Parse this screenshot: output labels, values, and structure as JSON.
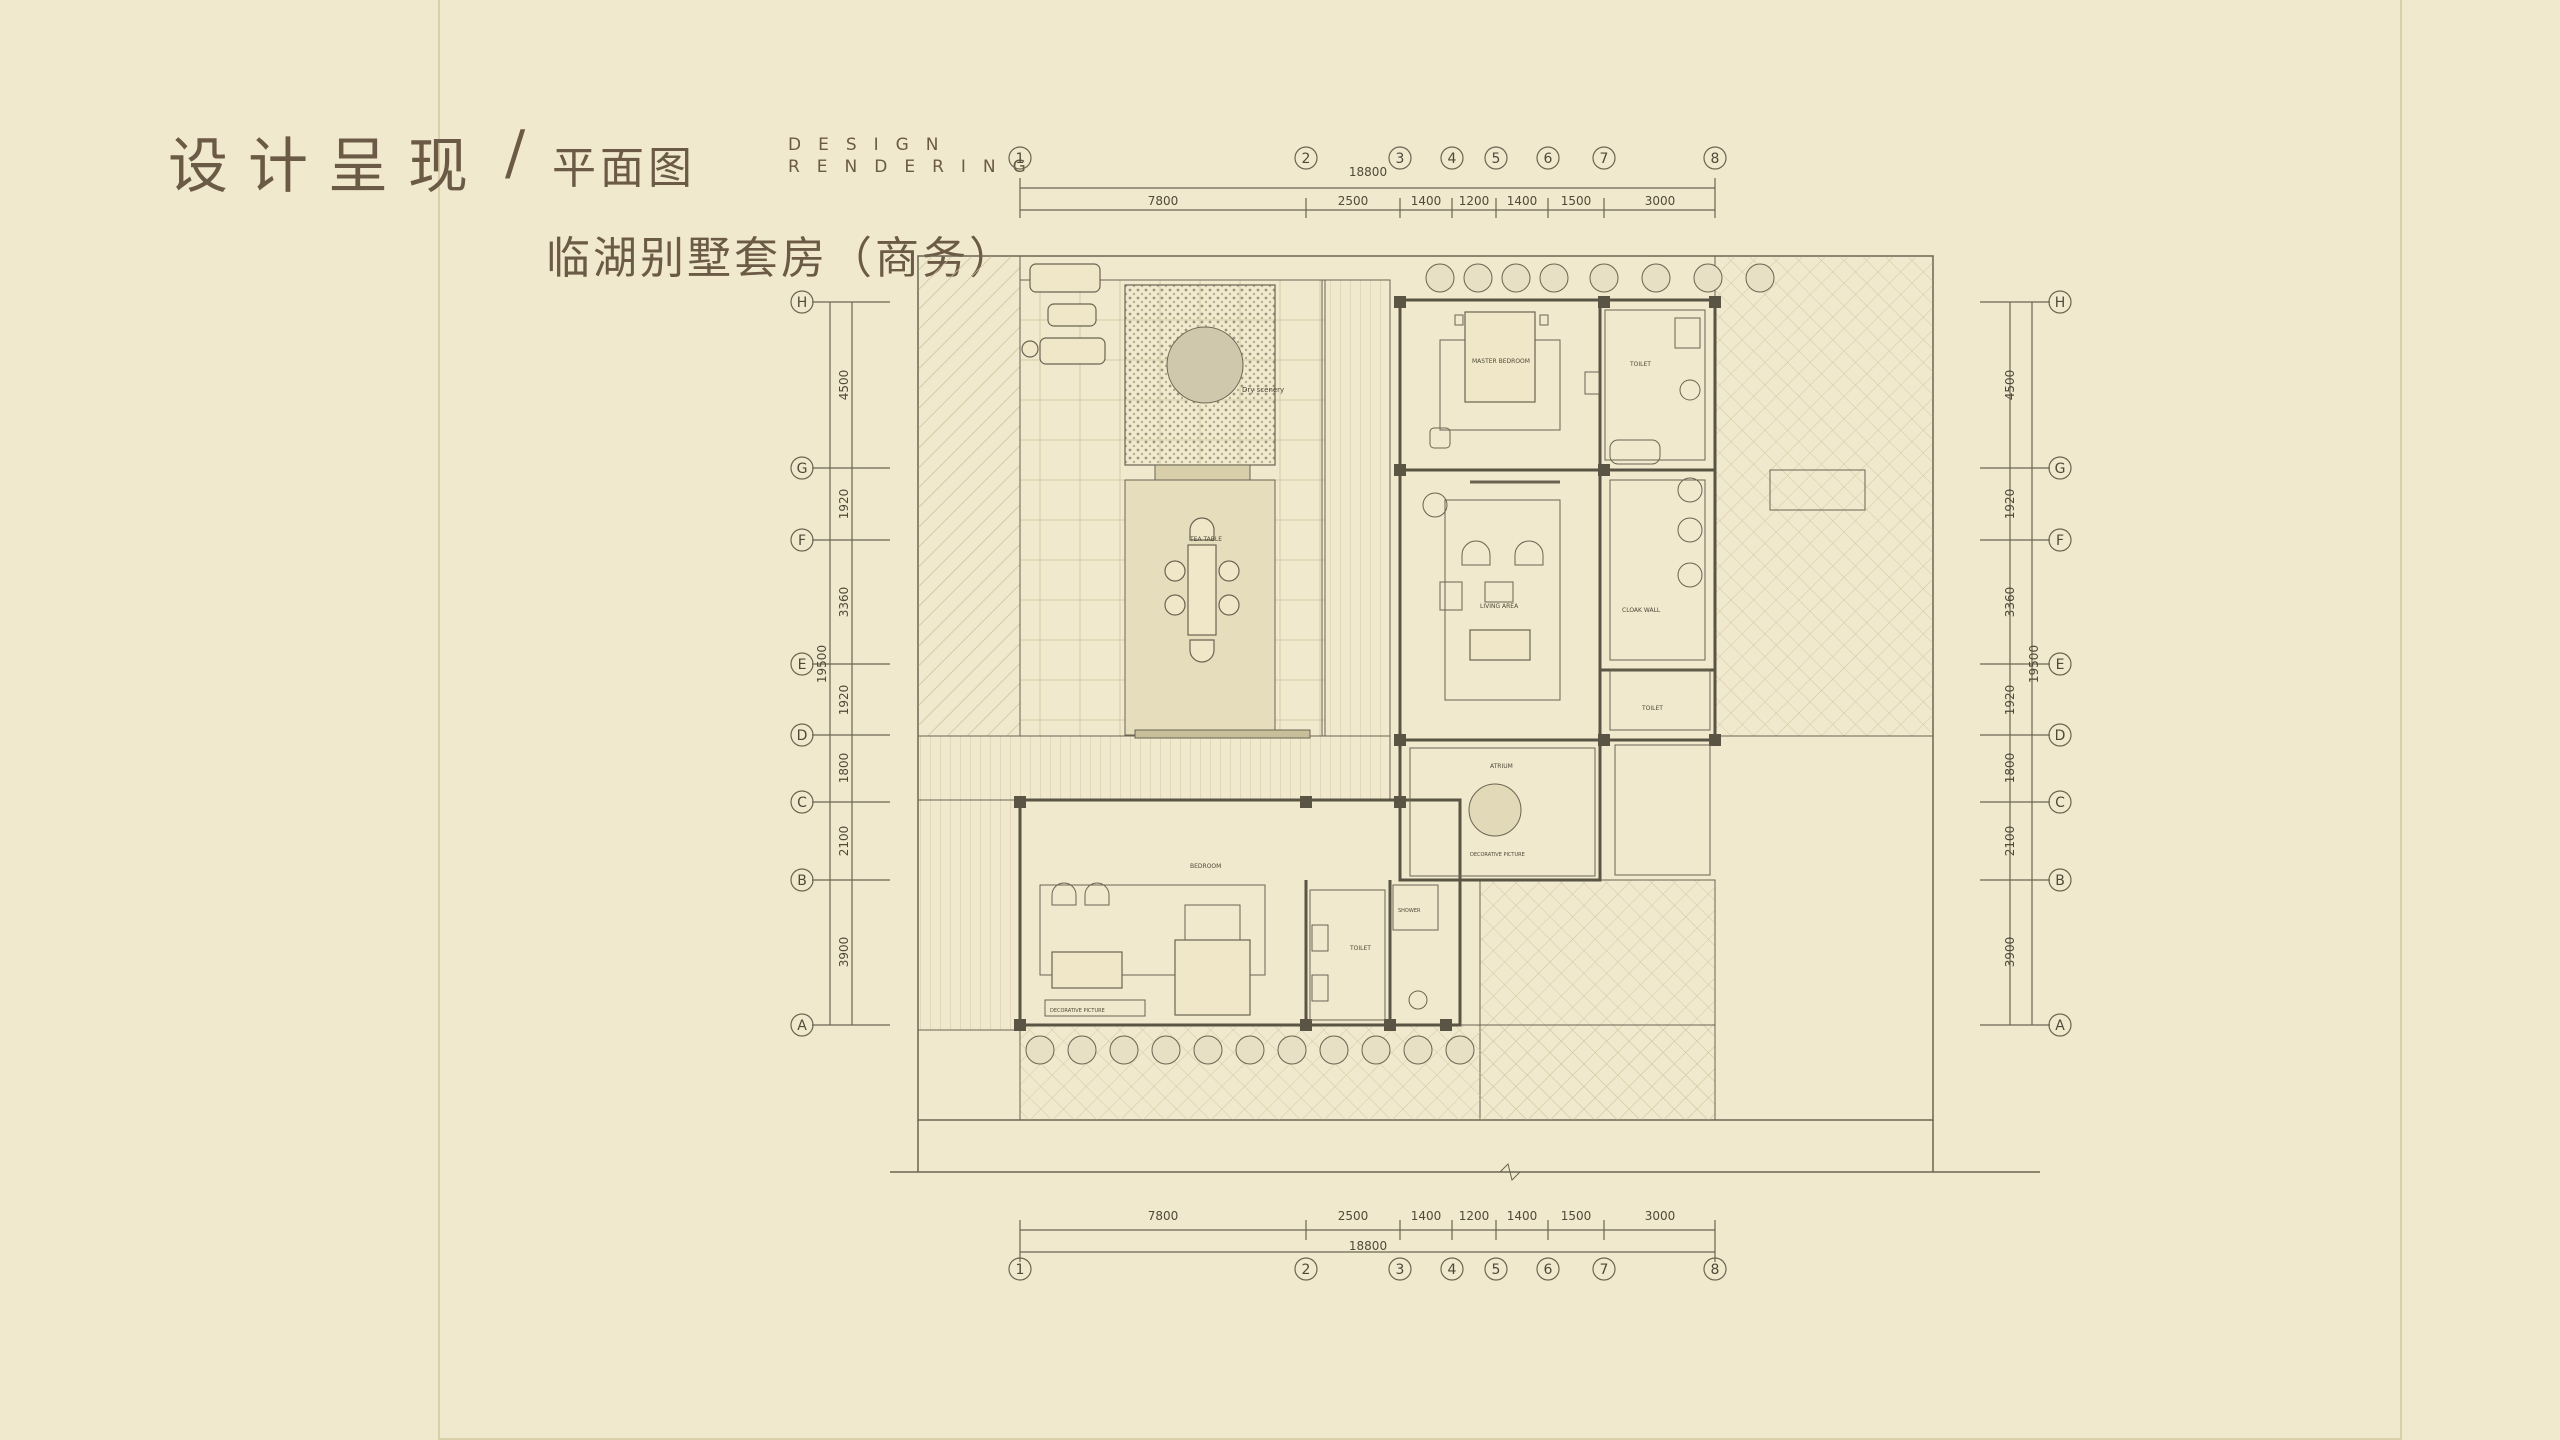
{
  "header": {
    "title_cn": "设计呈现",
    "slash": "/",
    "subtitle_cn": "平面图",
    "title_en_line1": "DESIGN",
    "title_en_line2": "RENDERING",
    "project_name": "临湖别墅套房（商务）"
  },
  "dimensions": {
    "segments": [
      "7800",
      "2500",
      "1400",
      "1200",
      "1400",
      "1500",
      "3000"
    ],
    "total": "18800",
    "vertical_segments": [
      "4500",
      "1920",
      "3360",
      "1920",
      "1800",
      "2100",
      "3900"
    ],
    "vertical_total": "19500"
  },
  "axes": {
    "columns": [
      "1",
      "2",
      "3",
      "4",
      "5",
      "6",
      "7",
      "8"
    ],
    "rows": [
      "H",
      "G",
      "F",
      "E",
      "D",
      "C",
      "B",
      "A"
    ]
  },
  "rooms": {
    "master_bedroom": "MASTER BEDROOM",
    "living_area": "LIVING AREA",
    "bedroom": "BEDROOM",
    "toilet": "TOILET",
    "atrium": "ATRIUM",
    "decorative_picture": "DECORATIVE PICTURE",
    "tea_table": "TEA TABLE",
    "shower": "SHOWER",
    "dry_scenery": "Dry scenery",
    "cloak_wall": "CLOAK WALL"
  },
  "colors": {
    "background": "#f0e9cd",
    "line": "#6b6452",
    "text": "#6b5a45",
    "paving": "#d8cfaa"
  }
}
